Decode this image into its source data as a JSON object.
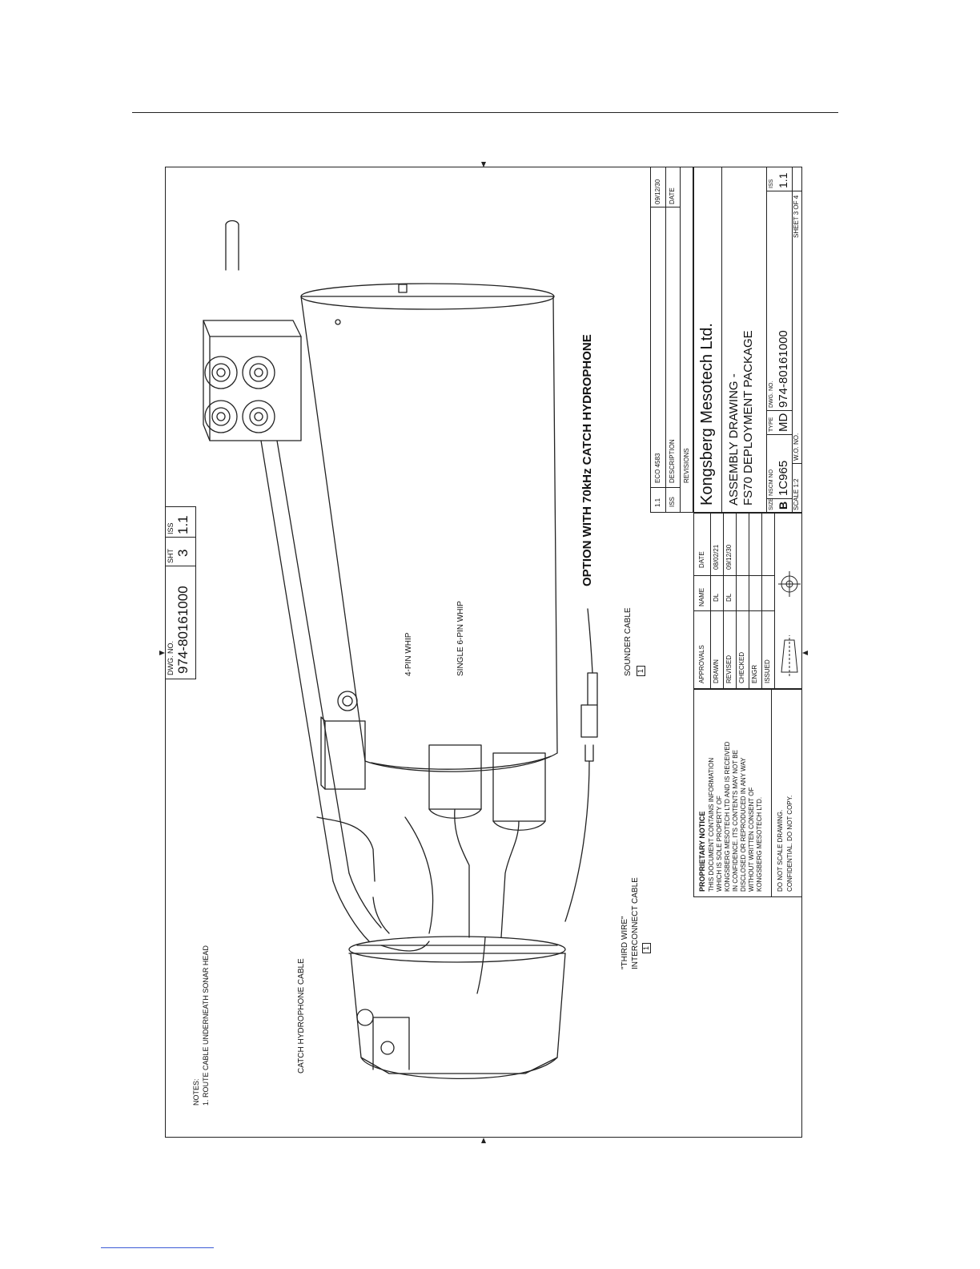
{
  "header_block": {
    "dwg_no_label": "DWG. NO.",
    "dwg_no": "974-80161000",
    "sht_label": "SHT",
    "sht": "3",
    "iss_label": "ISS",
    "iss": "1.1"
  },
  "drawing": {
    "title": "OPTION WITH 70kHz CATCH HYDROPHONE",
    "callouts": {
      "four_pin_whip": "4-PIN WHIP",
      "single_six_pin_whip": "SINGLE 6-PIN WHIP",
      "sounder_cable": "SOUNDER CABLE",
      "sounder_note_ref": "1",
      "catch_hydrophone_cable": "CATCH HYDROPHONE CABLE",
      "third_wire_line1": "\"THIRD WIRE\"",
      "third_wire_line2": "INTERCONNECT CABLE",
      "third_wire_note_ref": "1"
    },
    "notes_heading": "NOTES:",
    "notes_item": "1. ROUTE CABLE UNDERNEATH SONAR HEAD"
  },
  "proprietary": {
    "heading": "PROPRIETARY NOTICE",
    "lines": [
      "THIS DOCUMENT CONTAINS INFORMATION",
      "WHICH IS SOLE PROPERTY OF",
      "KONGSBERG MESOTECH LTD AND IS RECEIVED",
      "IN CONFIDENCE. ITS CONTENTS MAY NOT BE",
      "DISCLOSED OR REPRODUCED IN ANY WAY",
      "WITHOUT WRITTEN CONSENT OF",
      "KONGSBERG MESOTECH LTD."
    ],
    "scale_note": "DO NOT SCALE DRAWING.",
    "confidential": "CONFIDENTIAL. DO NOT COPY."
  },
  "approvals": {
    "headers": [
      "APPROVALS",
      "NAME",
      "DATE"
    ],
    "rows": [
      {
        "role": "DRAWN",
        "name": "DL",
        "date": "08/02/21"
      },
      {
        "role": "REVISED",
        "name": "DL",
        "date": "09/12/30"
      },
      {
        "role": "CHECKED",
        "name": "",
        "date": ""
      },
      {
        "role": "ENGR",
        "name": "",
        "date": ""
      },
      {
        "role": "ISSUED",
        "name": "",
        "date": ""
      }
    ]
  },
  "revisions": {
    "row": {
      "iss": "1.1",
      "description": "ECO 4583",
      "date": "09/12/30"
    },
    "headers": {
      "iss": "ISS",
      "description": "DESCRIPTION",
      "date": "DATE"
    },
    "label": "REVISIONS"
  },
  "title_block": {
    "company": "Kongsberg Mesotech Ltd.",
    "title_line1": "ASSEMBLY DRAWING -",
    "title_line2": "FS70 DEPLOYMENT PACKAGE",
    "size_label": "SIZE",
    "size": "B",
    "nscm_label": "NSCM NO",
    "nscm": "1C965",
    "type_label": "TYPE",
    "type": "MD",
    "dwg_label": "DWG. NO.",
    "dwg_no": "974-80161000",
    "iss_label": "ISS",
    "iss": "1.1",
    "scale": "SCALE 1:2",
    "wo_label": "W.O. NO.",
    "sheet": "SHEET 3 OF 4"
  }
}
